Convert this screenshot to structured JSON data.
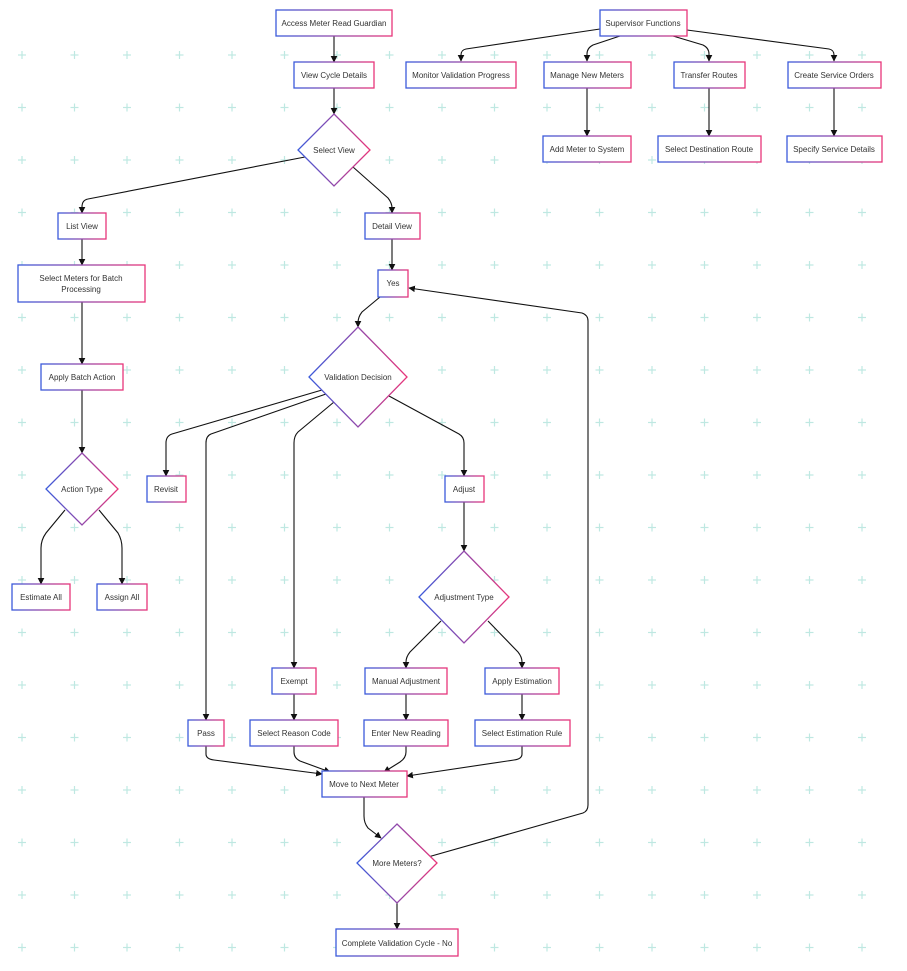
{
  "colors": {
    "gradient_start": "#3b5bdb",
    "gradient_end": "#e8357a",
    "edge": "#111111",
    "text": "#333333",
    "grid": "#bfe8e2",
    "background": "#ffffff"
  },
  "nodes": {
    "access_meter_read_guardian": "Access Meter Read Guardian",
    "view_cycle_details": "View Cycle Details",
    "select_view": "Select View",
    "list_view": "List View",
    "detail_view": "Detail View",
    "select_meters_batch_line1": "Select Meters for Batch",
    "select_meters_batch_line2": "Processing",
    "apply_batch_action": "Apply Batch Action",
    "action_type": "Action Type",
    "estimate_all": "Estimate All",
    "assign_all": "Assign All",
    "yes": "Yes",
    "validation_decision": "Validation Decision",
    "revisit": "Revisit",
    "pass": "Pass",
    "exempt": "Exempt",
    "select_reason_code": "Select Reason Code",
    "adjust": "Adjust",
    "adjustment_type": "Adjustment Type",
    "manual_adjustment": "Manual Adjustment",
    "apply_estimation": "Apply Estimation",
    "enter_new_reading": "Enter New Reading",
    "select_estimation_rule": "Select Estimation Rule",
    "move_to_next_meter": "Move to Next Meter",
    "more_meters": "More Meters?",
    "complete_validation_cycle": "Complete Validation Cycle - No",
    "supervisor_functions": "Supervisor Functions",
    "monitor_validation_progress": "Monitor Validation Progress",
    "manage_new_meters": "Manage New Meters",
    "transfer_routes": "Transfer Routes",
    "create_service_orders": "Create Service Orders",
    "add_meter_to_system": "Add Meter to System",
    "select_destination_route": "Select Destination Route",
    "specify_service_details": "Specify Service Details"
  }
}
